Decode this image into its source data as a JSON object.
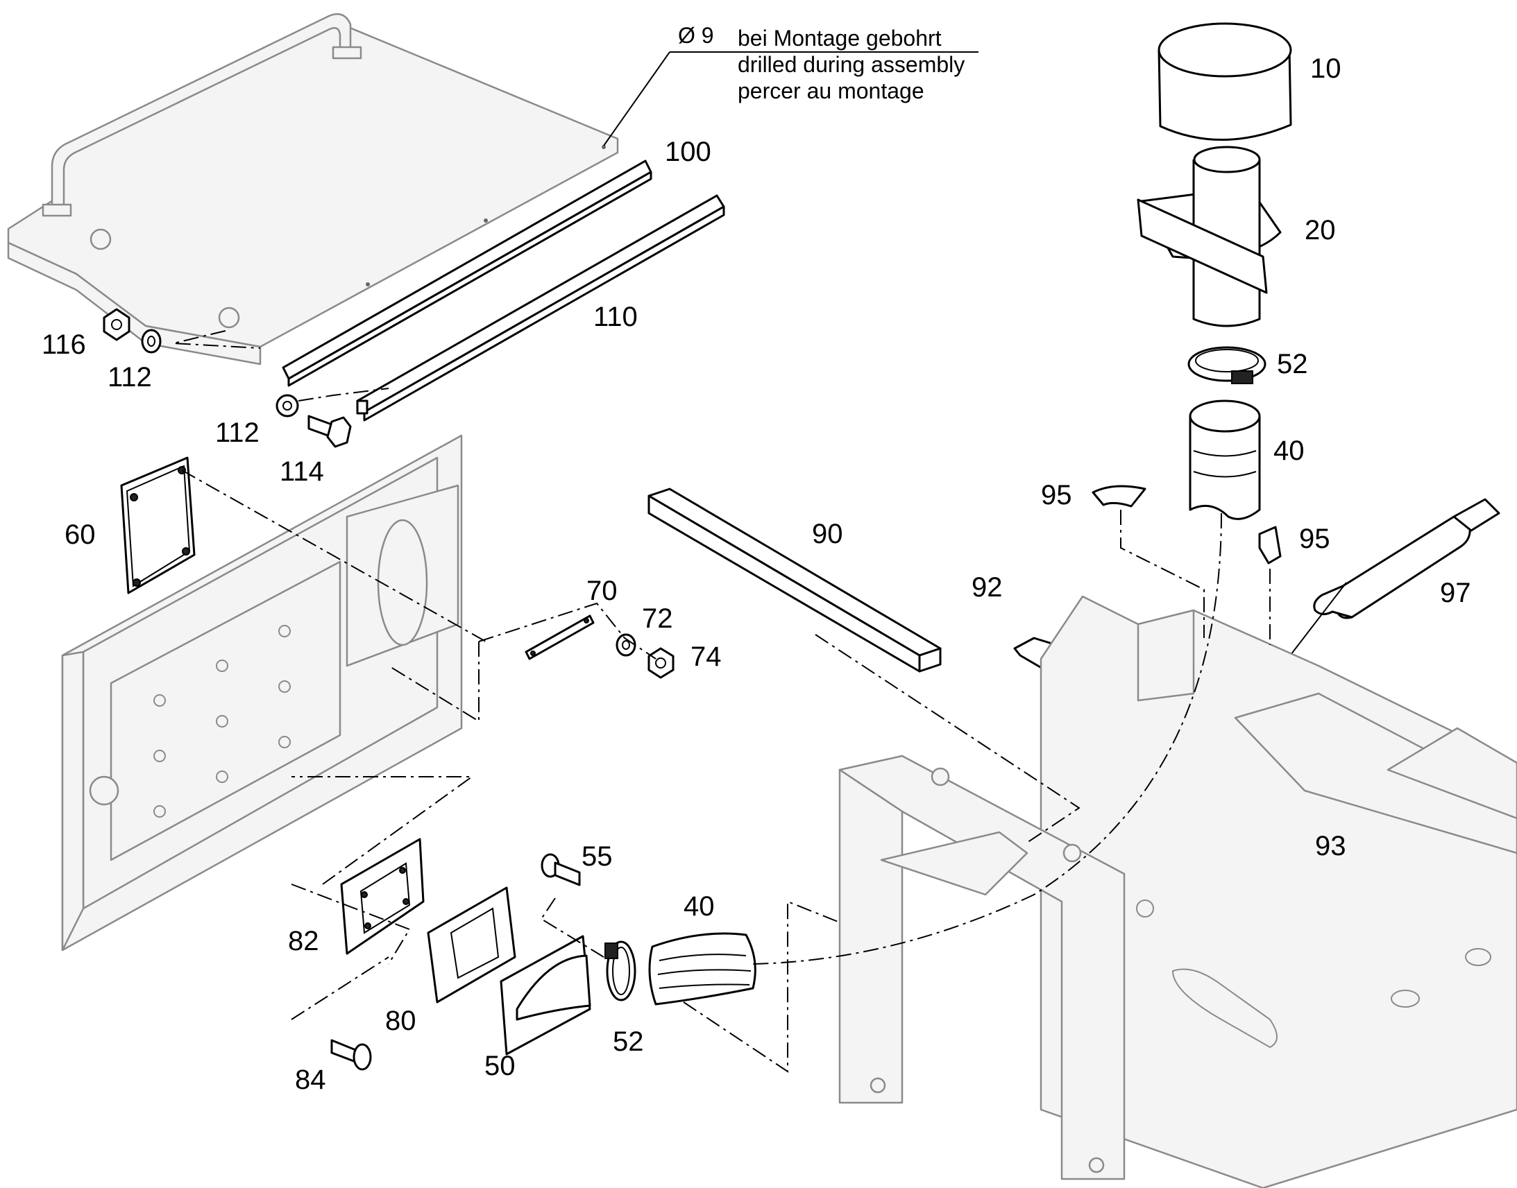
{
  "note": {
    "dimension": "Ø 9",
    "line_de": "bei Montage gebohrt",
    "line_en": "drilled during assembly",
    "line_fr": "percer au montage"
  },
  "callouts": {
    "c10": "10",
    "c20": "20",
    "c52_top": "52",
    "c40_top": "40",
    "c95_a": "95",
    "c95_b": "95",
    "c97": "97",
    "c92": "92",
    "c93": "93",
    "c90": "90",
    "c100": "100",
    "c110": "110",
    "c116": "116",
    "c112_a": "112",
    "c112_b": "112",
    "c114": "114",
    "c60": "60",
    "c70": "70",
    "c72": "72",
    "c74": "74",
    "c55": "55",
    "c40_bottom": "40",
    "c82": "82",
    "c80": "80",
    "c84": "84",
    "c50": "50",
    "c52_bottom": "52"
  }
}
